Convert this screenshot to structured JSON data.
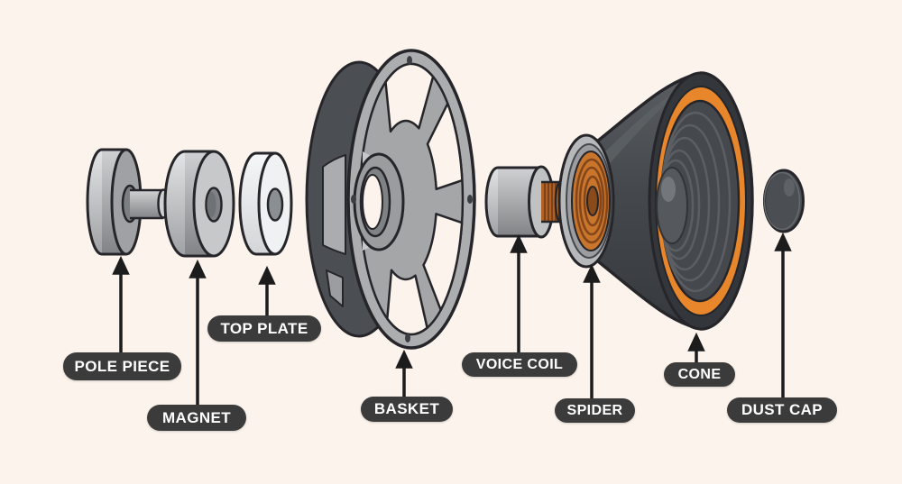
{
  "diagram": {
    "subject": "speaker-exploded-view",
    "background_color": "#fbf3ec",
    "pill_bg_color": "#3b3b3b",
    "pill_text_color": "#ffffff",
    "outline_color": "#26262a",
    "accent_colors": {
      "surround_orange": "#e8862b",
      "coil_copper": "#b06226",
      "cone_charcoal": "#45494d",
      "metal_gray": "#a8aaac",
      "top_plate_light": "#f0f1f2"
    },
    "labels": [
      {
        "id": "pole-piece",
        "text": "POLE PIECE"
      },
      {
        "id": "magnet",
        "text": "MAGNET"
      },
      {
        "id": "top-plate",
        "text": "TOP PLATE"
      },
      {
        "id": "basket",
        "text": "BASKET"
      },
      {
        "id": "voice-coil",
        "text": "VOICE COIL"
      },
      {
        "id": "spider",
        "text": "SPIDER"
      },
      {
        "id": "cone",
        "text": "CONE"
      },
      {
        "id": "dust-cap",
        "text": "DUST CAP"
      }
    ]
  }
}
